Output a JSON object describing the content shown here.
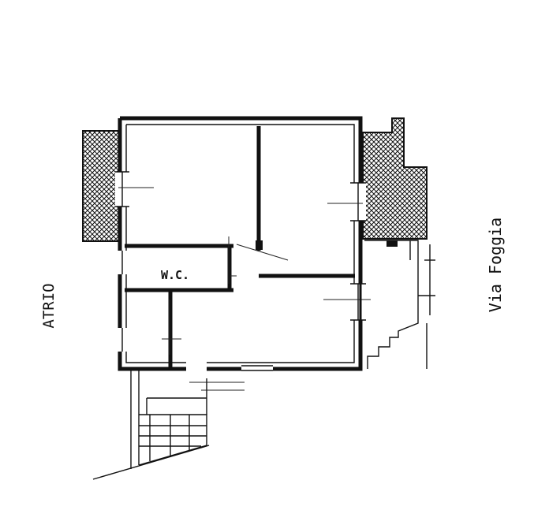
{
  "labels": {
    "atrio": "ATRIO",
    "street": "Via Foggia",
    "wc": "W.C."
  },
  "colors": {
    "ink": "#111111",
    "paper": "#ffffff"
  }
}
